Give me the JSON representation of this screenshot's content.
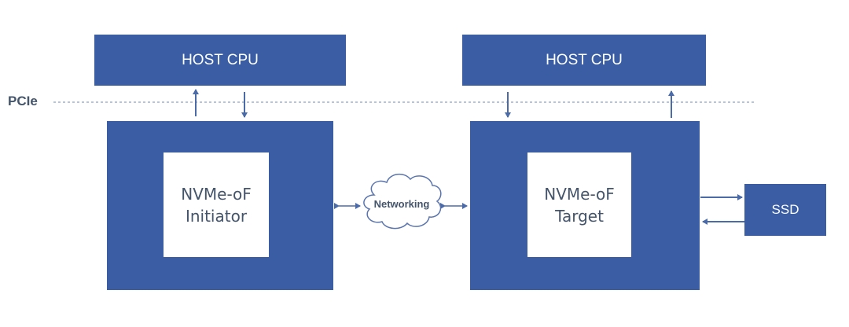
{
  "diagram": {
    "bus_label": "PCIe",
    "initiator_side": {
      "host_cpu": "HOST CPU",
      "component_line1": "NVMe-oF",
      "component_line2": "Initiator"
    },
    "target_side": {
      "host_cpu": "HOST CPU",
      "component_line1": "NVMe-oF",
      "component_line2": "Target"
    },
    "network_label": "Networking",
    "storage_label": "SSD",
    "colors": {
      "block": "#3a5da3",
      "inner": "#ffffff",
      "text_dark": "#44546a",
      "arrow": "#4a6aa8",
      "dashed_line": "#8aa2c8"
    }
  }
}
